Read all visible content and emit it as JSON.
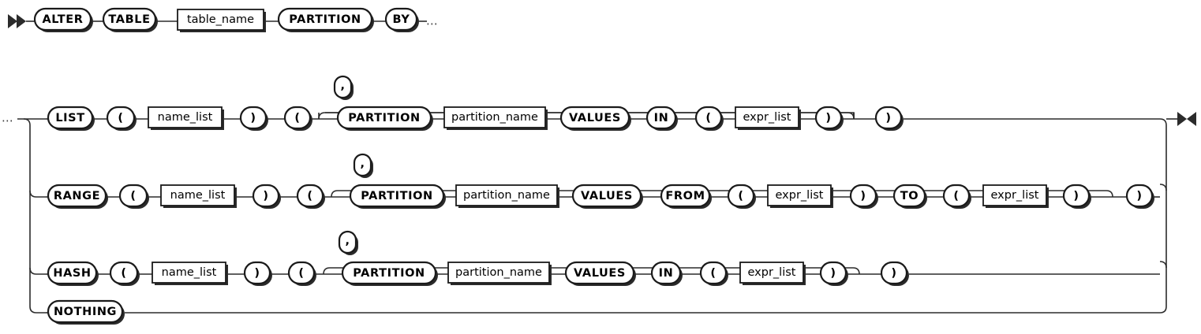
{
  "diagram": {
    "kind": "railroad-syntax-diagram",
    "title": "ALTER TABLE PARTITION BY",
    "colors": {
      "background": "#ffffff",
      "rail": "#2b2b2b",
      "node_border": "#1a1a1a",
      "node_fill": "#ffffff",
      "text": "#000000",
      "shadow": "#2b2b2b"
    },
    "markers": {
      "start": "double-right-arrow",
      "end": "bowtie-arrow",
      "continuation": "...."
    }
  },
  "rows": {
    "header": {
      "name": "header-row",
      "start_marker": "▶▶",
      "trailing_dots": "⋯",
      "nodes": [
        {
          "id": "alter",
          "label": "ALTER",
          "type": "terminal"
        },
        {
          "id": "table",
          "label": "TABLE",
          "type": "terminal"
        },
        {
          "id": "table_name",
          "label": "table_name",
          "type": "nonterminal"
        },
        {
          "id": "partition",
          "label": "PARTITION",
          "type": "terminal"
        },
        {
          "id": "by",
          "label": "BY",
          "type": "terminal"
        }
      ]
    },
    "list": {
      "name": "list-branch",
      "leading_dots": "⋯",
      "loop_label": ",",
      "nodes": [
        {
          "id": "list",
          "label": "LIST",
          "type": "terminal"
        },
        {
          "id": "lparen1",
          "label": "(",
          "type": "terminal"
        },
        {
          "id": "name_list",
          "label": "name_list",
          "type": "nonterminal"
        },
        {
          "id": "rparen1",
          "label": ")",
          "type": "terminal"
        },
        {
          "id": "lparen2",
          "label": "(",
          "type": "terminal"
        },
        {
          "id": "partition_kw",
          "label": "PARTITION",
          "type": "terminal"
        },
        {
          "id": "partition_name",
          "label": "partition_name",
          "type": "nonterminal"
        },
        {
          "id": "values",
          "label": "VALUES",
          "type": "terminal"
        },
        {
          "id": "in",
          "label": "IN",
          "type": "terminal"
        },
        {
          "id": "lparen3",
          "label": "(",
          "type": "terminal"
        },
        {
          "id": "expr_list",
          "label": "expr_list",
          "type": "nonterminal"
        },
        {
          "id": "rparen3",
          "label": ")",
          "type": "terminal"
        },
        {
          "id": "rparen2",
          "label": ")",
          "type": "terminal"
        }
      ]
    },
    "range": {
      "name": "range-branch",
      "loop_label": ",",
      "nodes": [
        {
          "id": "range",
          "label": "RANGE",
          "type": "terminal"
        },
        {
          "id": "lparen1",
          "label": "(",
          "type": "terminal"
        },
        {
          "id": "name_list",
          "label": "name_list",
          "type": "nonterminal"
        },
        {
          "id": "rparen1",
          "label": ")",
          "type": "terminal"
        },
        {
          "id": "lparen2",
          "label": "(",
          "type": "terminal"
        },
        {
          "id": "partition_kw",
          "label": "PARTITION",
          "type": "terminal"
        },
        {
          "id": "partition_name",
          "label": "partition_name",
          "type": "nonterminal"
        },
        {
          "id": "values",
          "label": "VALUES",
          "type": "terminal"
        },
        {
          "id": "from",
          "label": "FROM",
          "type": "terminal"
        },
        {
          "id": "lparen3",
          "label": "(",
          "type": "terminal"
        },
        {
          "id": "expr_list_a",
          "label": "expr_list",
          "type": "nonterminal"
        },
        {
          "id": "rparen3",
          "label": ")",
          "type": "terminal"
        },
        {
          "id": "to",
          "label": "TO",
          "type": "terminal"
        },
        {
          "id": "lparen4",
          "label": "(",
          "type": "terminal"
        },
        {
          "id": "expr_list_b",
          "label": "expr_list",
          "type": "nonterminal"
        },
        {
          "id": "rparen4",
          "label": ")",
          "type": "terminal"
        },
        {
          "id": "rparen2",
          "label": ")",
          "type": "terminal"
        }
      ]
    },
    "hash": {
      "name": "hash-branch",
      "loop_label": ",",
      "nodes": [
        {
          "id": "hash",
          "label": "HASH",
          "type": "terminal"
        },
        {
          "id": "lparen1",
          "label": "(",
          "type": "terminal"
        },
        {
          "id": "name_list",
          "label": "name_list",
          "type": "nonterminal"
        },
        {
          "id": "rparen1",
          "label": ")",
          "type": "terminal"
        },
        {
          "id": "lparen2",
          "label": "(",
          "type": "terminal"
        },
        {
          "id": "partition_kw",
          "label": "PARTITION",
          "type": "terminal"
        },
        {
          "id": "partition_name",
          "label": "partition_name",
          "type": "nonterminal"
        },
        {
          "id": "values",
          "label": "VALUES",
          "type": "terminal"
        },
        {
          "id": "in",
          "label": "IN",
          "type": "terminal"
        },
        {
          "id": "lparen3",
          "label": "(",
          "type": "terminal"
        },
        {
          "id": "expr_list",
          "label": "expr_list",
          "type": "nonterminal"
        },
        {
          "id": "rparen3",
          "label": ")",
          "type": "terminal"
        },
        {
          "id": "rparen2",
          "label": ")",
          "type": "terminal"
        }
      ]
    },
    "nothing": {
      "name": "nothing-branch",
      "nodes": [
        {
          "id": "nothing",
          "label": "NOTHING",
          "type": "terminal"
        }
      ]
    }
  },
  "labels": {
    "header_alter": "ALTER",
    "header_table": "TABLE",
    "header_table_name": "table_name",
    "header_partition": "PARTITION",
    "header_by": "BY",
    "header_dots": "⋯",
    "list_dots": "⋯",
    "list": "LIST",
    "range": "RANGE",
    "hash": "HASH",
    "nothing": "NOTHING",
    "lparen": "(",
    "rparen": ")",
    "comma": ",",
    "name_list": "name_list",
    "partition": "PARTITION",
    "partition_name": "partition_name",
    "values": "VALUES",
    "in": "IN",
    "from": "FROM",
    "to": "TO",
    "expr_list": "expr_list"
  }
}
